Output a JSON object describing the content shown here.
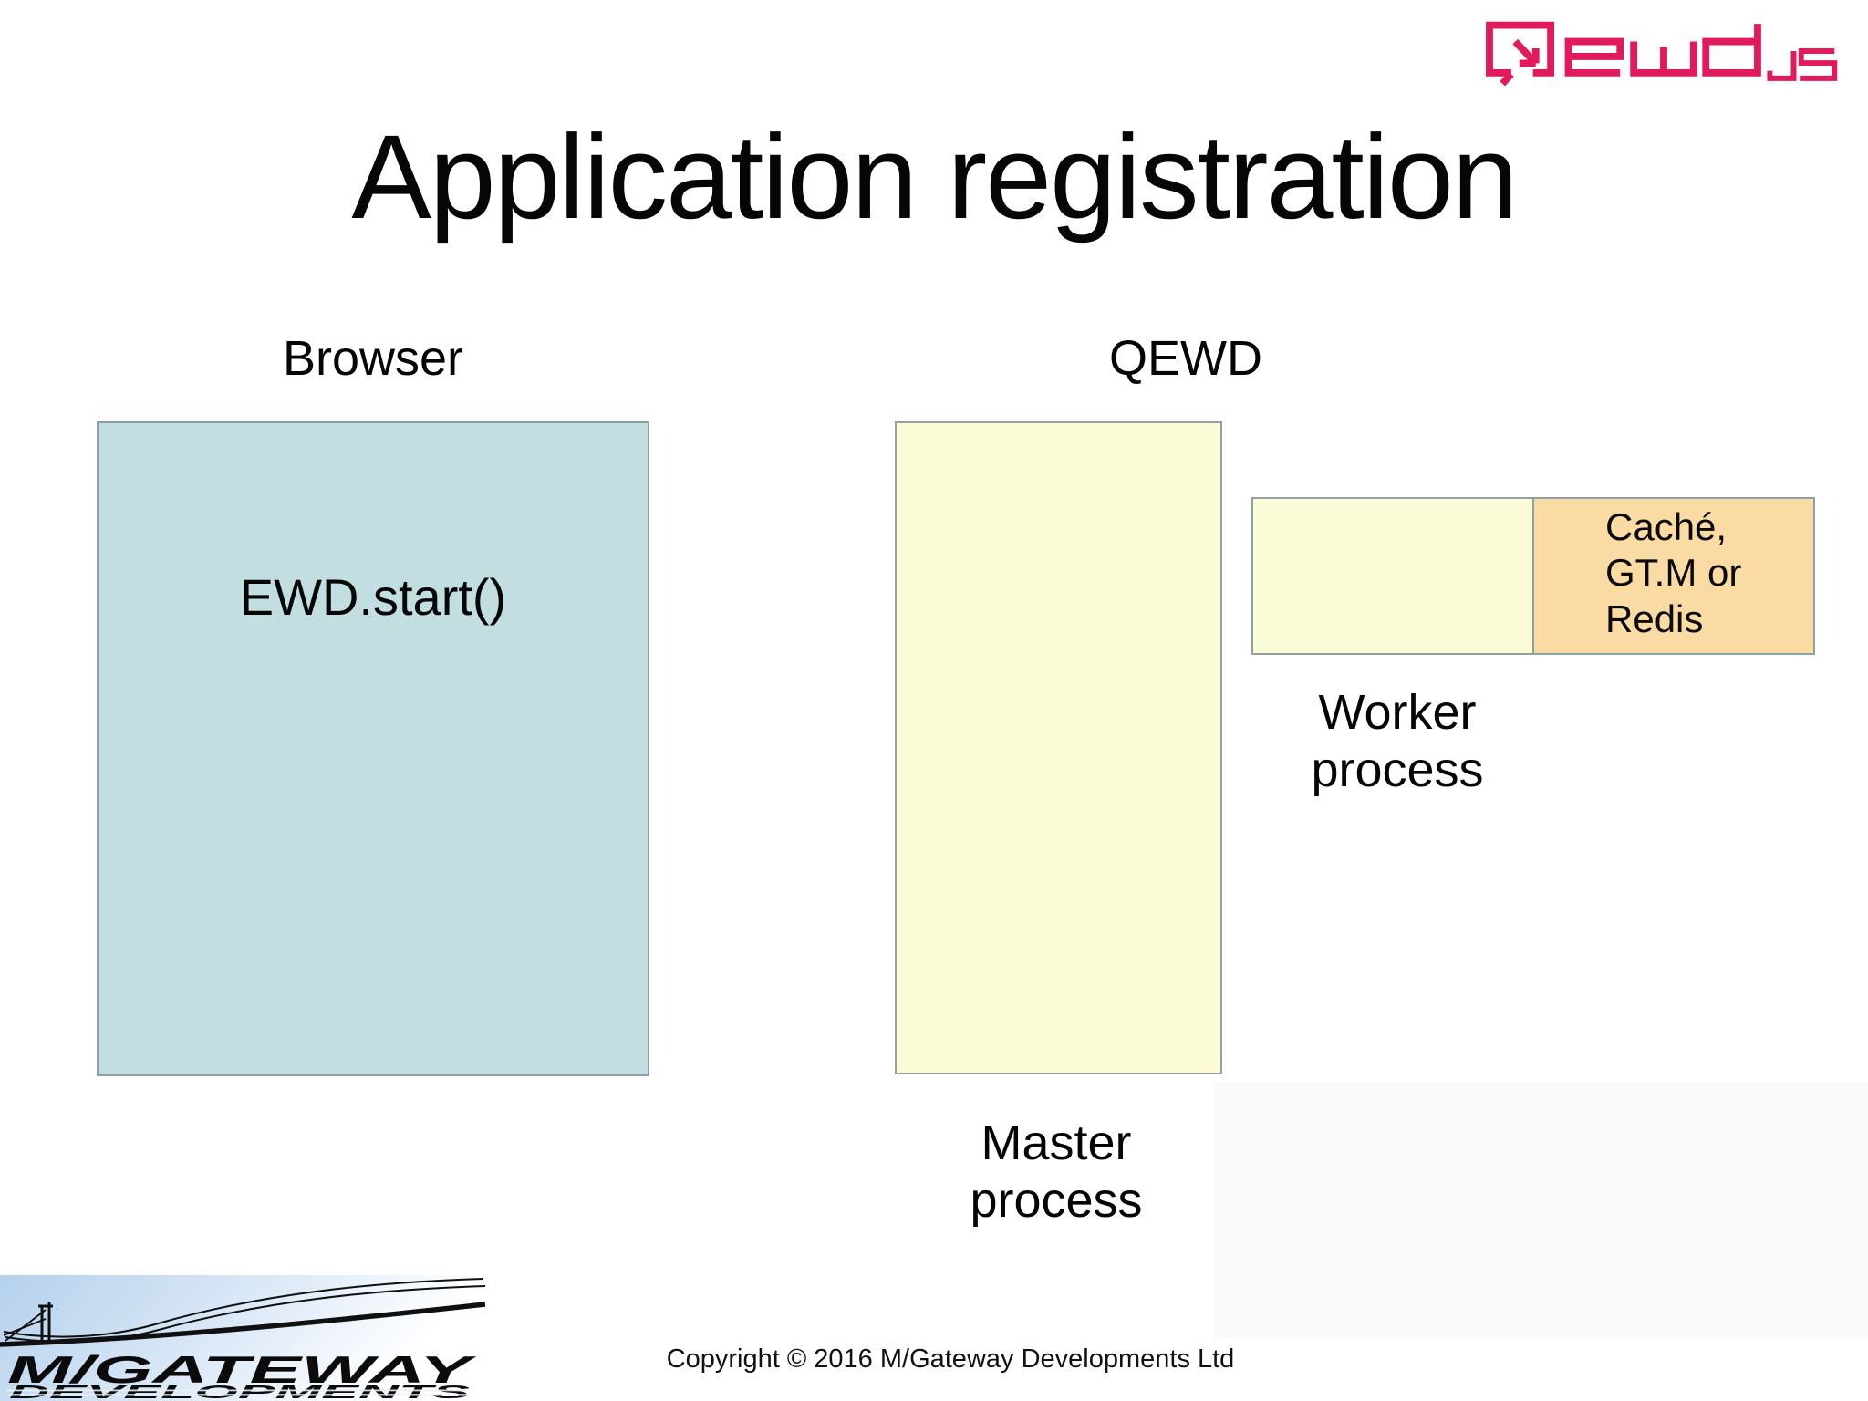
{
  "slide": {
    "title": "Application registration",
    "copyright": "Copyright © 2016 M/Gateway Developments Ltd",
    "background_color": "#ffffff"
  },
  "qewd_logo": {
    "brand": "QEWD.js",
    "color": "#e11a5e"
  },
  "mgateway_logo": {
    "line1": "M/GATEWAY",
    "line2": "DEVELOPMENTS",
    "gradient_blue": "#b5d1ec"
  },
  "diagram": {
    "browser": {
      "label": "Browser",
      "box_text": "EWD.start()",
      "fill": "#c3dee0",
      "border": "#8d9fa5"
    },
    "qewd": {
      "label": "QEWD"
    },
    "master": {
      "line1": "Master",
      "line2": "process",
      "fill": "#fdfcd8",
      "border": "#95a499"
    },
    "worker": {
      "line1": "Worker",
      "line2": "process",
      "fill": "#fdfcd8",
      "border": "#8fa1a1"
    },
    "database": {
      "line1": "Caché,",
      "line2": "GT.M or",
      "line3": "Redis",
      "fill": "#fbdba4"
    }
  }
}
